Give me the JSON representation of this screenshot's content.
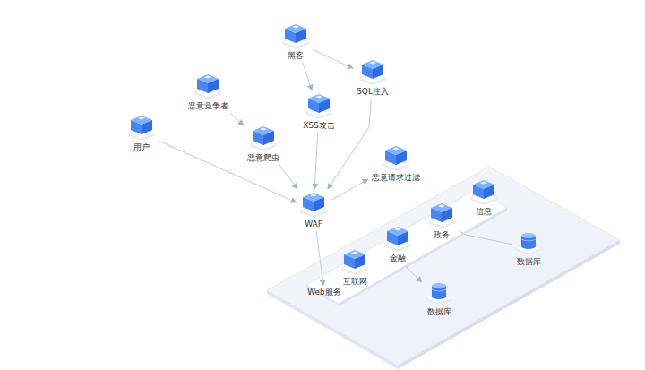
{
  "diagram": {
    "nodes": [
      {
        "text": [
          "黑客"
        ]
      },
      {
        "text": [
          "SQL注入"
        ]
      },
      {
        "text": [
          "恶意竞争者"
        ]
      },
      {
        "text": [
          "XSS攻击"
        ]
      },
      {
        "text": [
          "恶意爬虫"
        ]
      },
      {
        "text": [
          "用户"
        ]
      },
      {
        "text": [
          "恶意请求过滤"
        ]
      },
      {
        "text": [
          "WAF"
        ]
      },
      {
        "text": [
          "信息"
        ]
      },
      {
        "text": [
          "政务"
        ]
      },
      {
        "text": [
          "金融"
        ]
      },
      {
        "text": [
          "互联网"
        ]
      },
      {
        "text": [
          "Web服务"
        ]
      },
      {
        "text": [
          "数据库"
        ]
      },
      {
        "text": [
          "数据库"
        ]
      }
    ],
    "edges": [
      {
        "from": 0,
        "to": 1,
        "arrow": "to"
      },
      {
        "from": 0,
        "to": 3,
        "arrow": "to"
      },
      {
        "from": 2,
        "to": 4,
        "arrow": "to"
      },
      {
        "from": 1,
        "to": 7,
        "arrow": "to"
      },
      {
        "from": 3,
        "to": 7,
        "arrow": "to"
      },
      {
        "from": 4,
        "to": 7,
        "arrow": "to"
      },
      {
        "from": 5,
        "to": 7,
        "arrow": "to"
      },
      {
        "from": 7,
        "to": 6,
        "arrow": "to"
      },
      {
        "from": 7,
        "to": 12,
        "arrow": "to"
      },
      {
        "from": 10,
        "to": 14,
        "arrow": "to"
      },
      {
        "from": 9,
        "to": 13,
        "arrow": "none"
      }
    ]
  }
}
